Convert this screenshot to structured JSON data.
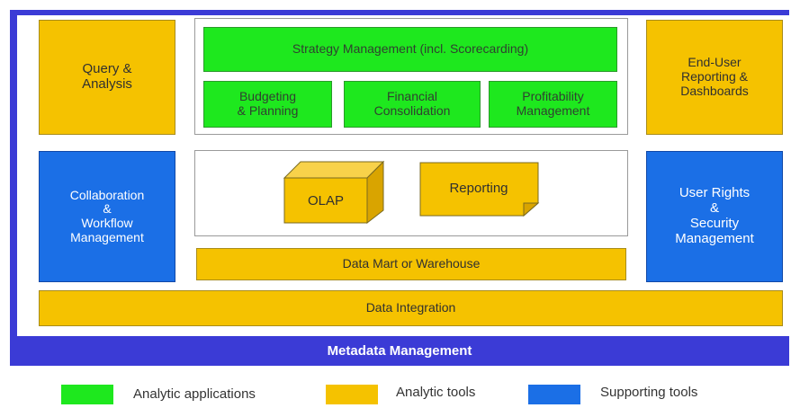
{
  "diagram": {
    "blocks": {
      "query_analysis": "Query &\nAnalysis",
      "strategy_management": "Strategy Management (incl. Scorecarding)",
      "budgeting_planning": "Budgeting\n& Planning",
      "financial_consolidation": "Financial\nConsolidation",
      "profitability_management": "Profitability\nManagement",
      "end_user_reporting": "End-User\nReporting &\nDashboards",
      "collaboration_workflow": "Collaboration\n&\nWorkflow\nManagement",
      "olap": "OLAP",
      "reporting": "Reporting",
      "user_rights_security": "User Rights\n&\nSecurity\nManagement",
      "data_mart": "Data Mart or Warehouse",
      "data_integration": "Data Integration",
      "metadata_management": "Metadata Management"
    },
    "legend": [
      {
        "label": "Analytic applications",
        "color": "#1ee81e"
      },
      {
        "label": "Analytic tools",
        "color": "#f5c200"
      },
      {
        "label": "Supporting tools",
        "color": "#1b6fe6"
      }
    ],
    "colors": {
      "frame": "#3b3bd6",
      "analytic_applications": "#1ee81e",
      "analytic_tools": "#f5c200",
      "supporting_tools": "#1b6fe6"
    }
  }
}
